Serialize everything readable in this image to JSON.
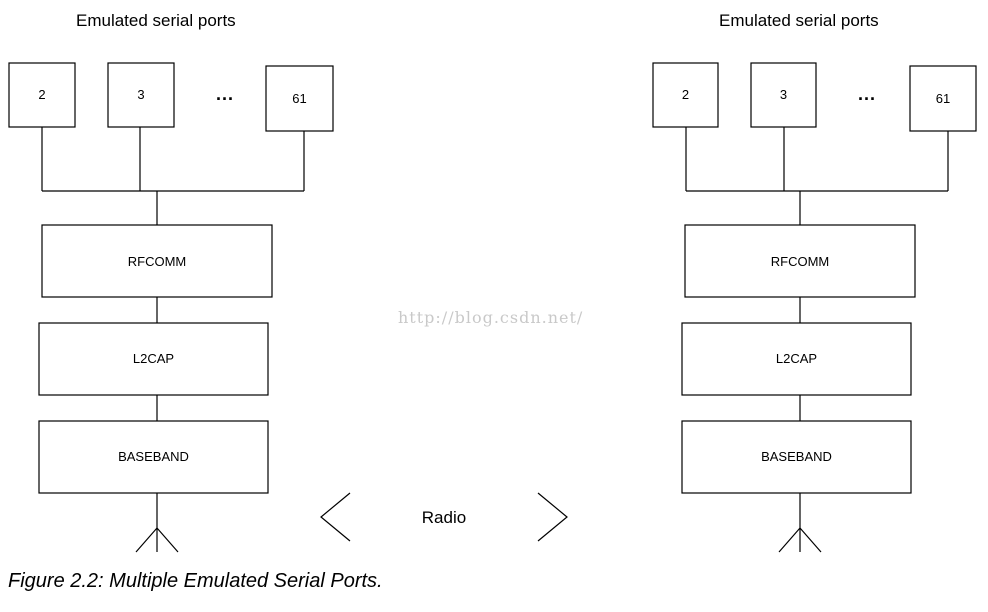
{
  "stacks": [
    {
      "title": "Emulated serial ports",
      "ports": [
        "2",
        "3",
        "61"
      ],
      "ellipsis": "...",
      "layers": [
        "RFCOMM",
        "L2CAP",
        "BASEBAND"
      ]
    },
    {
      "title": "Emulated serial ports",
      "ports": [
        "2",
        "3",
        "61"
      ],
      "ellipsis": "...",
      "layers": [
        "RFCOMM",
        "L2CAP",
        "BASEBAND"
      ]
    }
  ],
  "radio_label": "Radio",
  "watermark": "http://blog.csdn.net/",
  "caption": "Figure 2.2: Multiple Emulated Serial Ports."
}
